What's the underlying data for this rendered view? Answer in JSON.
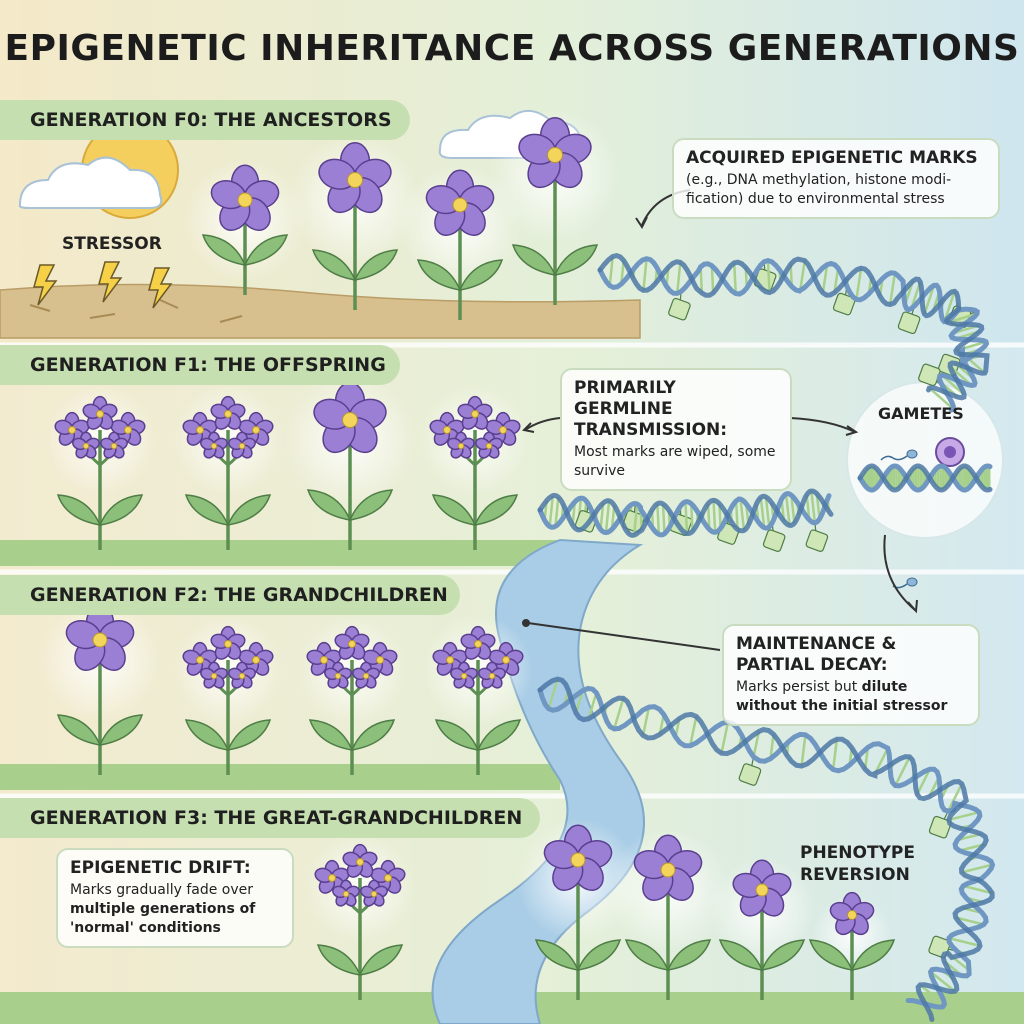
{
  "title": "EPIGENETIC INHERITANCE ACROSS GENERATIONS",
  "generations": [
    {
      "label": "GENERATION F0: THE ANCESTORS"
    },
    {
      "label": "GENERATION F1: THE OFFSPRING"
    },
    {
      "label": "GENERATION F2: THE GRANDCHILDREN"
    },
    {
      "label": "GENERATION F3: THE GREAT-GRANDCHILDREN"
    }
  ],
  "stressor_label": "STRESSOR",
  "gametes_label": "GAMETES",
  "phenotype_label": "PHENOTYPE REVERSION",
  "callouts": {
    "acquired": {
      "head": "ACQUIRED EPIGENETIC MARKS",
      "body": "(e.g., DNA methylation, histone modi-fication) due to environmental stress"
    },
    "germline": {
      "head": "PRIMARILY GERMLINE TRANSMISSION:",
      "body": "Most marks are wiped, some survive"
    },
    "maintenance": {
      "head": "MAINTENANCE & PARTIAL DECAY:",
      "body_plain": "Marks persist but ",
      "body_bold": "dilute without the initial stressor"
    },
    "drift": {
      "head": "EPIGENETIC DRIFT:",
      "body_plain": "Marks gradually fade over ",
      "body_bold": "multiple generations of 'normal' conditions"
    }
  },
  "colors": {
    "petal": "#9b7fd4",
    "petal_stroke": "#5a3f8f",
    "flower_center": "#f3d55b",
    "leaf": "#8bbf7a",
    "band_label": "#c6dfb0",
    "dna_blue": "#6f97c2",
    "dna_green": "#a6d08c",
    "river": "#a9cde6"
  }
}
